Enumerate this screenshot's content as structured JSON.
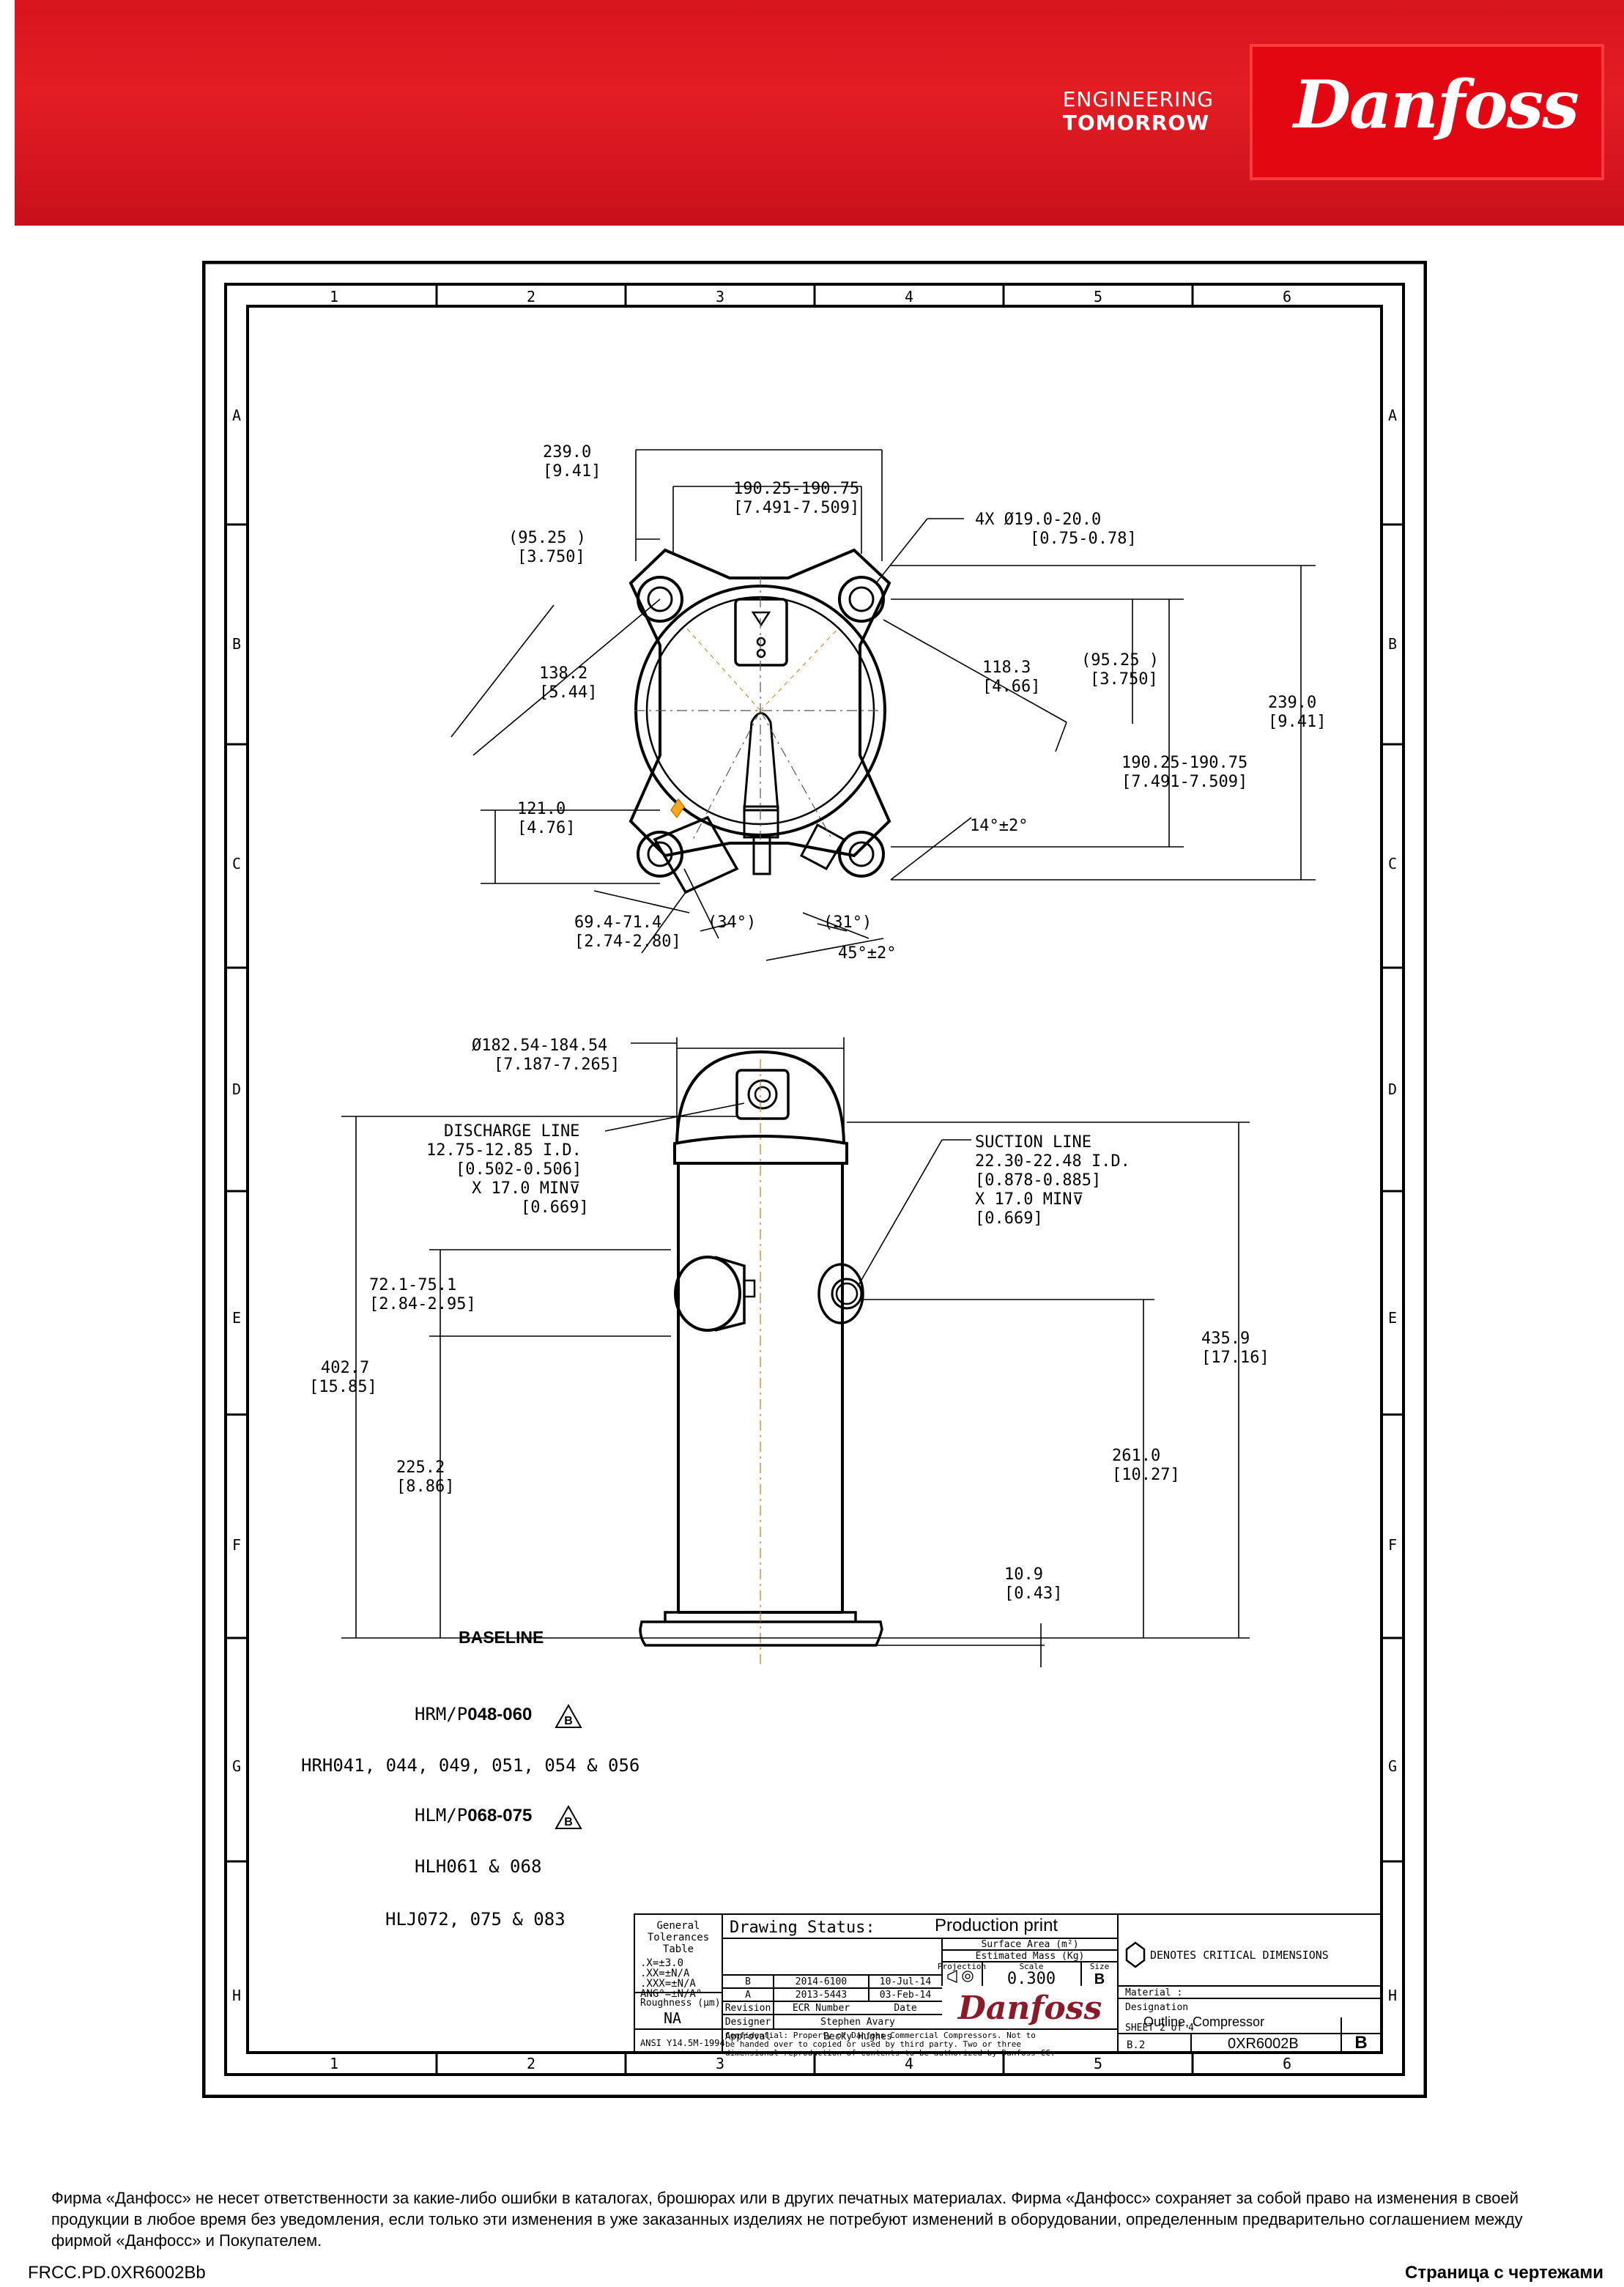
{
  "brand": {
    "tagline_line1": "ENGINEERING",
    "tagline_line2": "TOMORROW",
    "logo_text": "Danfoss",
    "colors": {
      "header_red": "#e41d24",
      "logo_red": "#e30613",
      "stamp_red": "#8b1a2b"
    }
  },
  "frame": {
    "columns": [
      "1",
      "2",
      "3",
      "4",
      "5",
      "6"
    ],
    "rows": [
      "A",
      "B",
      "C",
      "D",
      "E",
      "F",
      "G",
      "H"
    ]
  },
  "top_view": {
    "dims": {
      "d239a": "239.0",
      "d239a_in": "[9.41]",
      "d190a": "190.25-190.75",
      "d190a_in": "[7.491-7.509]",
      "d95a": "(95.25   )",
      "d95a_in": "[3.750]",
      "holes": "4X Ø19.0-20.0",
      "holes_in": "[0.75-0.78]",
      "d118": "118.3",
      "d118_in": "[4.66]",
      "d95b": "(95.25   )",
      "d95b_in": "[3.750]",
      "d239b": "239.0",
      "d239b_in": "[9.41]",
      "d190b": "190.25-190.75",
      "d190b_in": "[7.491-7.509]",
      "d138": "138.2",
      "d138_in": "[5.44]",
      "d121": "121.0",
      "d121_in": "[4.76]",
      "ang14": "14°±2°",
      "d69": "69.4-71.4",
      "d69_in": "[2.74-2.80]",
      "ang34": "(34°)",
      "ang31": "(31°)",
      "ang45": "45°±2°"
    }
  },
  "side_view": {
    "dims": {
      "dia": "Ø182.54-184.54",
      "dia_in": "[7.187-7.265]",
      "dis1": "DISCHARGE LINE",
      "dis2": "12.75-12.85 I.D.",
      "dis3": "[0.502-0.506]",
      "dis4": "X 17.0 MIN⊽",
      "dis5": "[0.669]",
      "suc1": "SUCTION LINE",
      "suc2": "22.30-22.48 I.D.",
      "suc3": "[0.878-0.885]",
      "suc4": "X 17.0 MIN⊽",
      "suc5": "[0.669]",
      "d72": "72.1-75.1",
      "d72_in": "[2.84-2.95]",
      "d402": "402.7",
      "d402_in": "[15.85]",
      "d225": "225.2",
      "d225_in": "[8.86]",
      "d435": "435.9",
      "d435_in": "[17.16]",
      "d261": "261.0",
      "d261_in": "[10.27]",
      "d10": "10.9",
      "d10_in": "[0.43]",
      "baseline": "BASELINE"
    }
  },
  "models": {
    "m1_prefix": "HRM/P",
    "m1_bold": "048-060",
    "m1_rev": "B",
    "m2": "HRH041, 044, 049, 051, 054 & 056",
    "m3_prefix": "HLM/P",
    "m3_bold": "068-075",
    "m3_rev": "B",
    "m4": "HLH061 & 068",
    "m5": "HLJ072, 075 & 083"
  },
  "title_block": {
    "gt1": "General",
    "gt2": "Tolerances",
    "gt3": "Table",
    "tol1": ".X=±3.0",
    "tol2": ".XX=±N/A",
    "tol3": ".XXX=±N/A",
    "tol4": "ANG°=±N/A°",
    "rough_label": "Roughness (µm)",
    "rough_val": "NA",
    "ansi": "ANSI Y14.5M-1994",
    "status_label": "Drawing Status:",
    "status_val": "Production print",
    "surface": "Surface Area (m²)",
    "mass": "Estimated Mass (Kg)",
    "proj": "Projection",
    "scale_label": "Scale",
    "size_label": "Size",
    "scale_val": "0.300",
    "size_val": "B",
    "rev_rows": [
      {
        "rev": "B",
        "ecr": "2014-6100",
        "date": "10-Jul-14"
      },
      {
        "rev": "A",
        "ecr": "2013-5443",
        "date": "03-Feb-14"
      }
    ],
    "h_rev": "Revision",
    "h_ecr": "ECR Number",
    "h_date": "Date",
    "designer_label": "Designer",
    "designer": "Stephen Avary",
    "approval_label": "Approval",
    "approval": "Becky Hughes",
    "crit": "DENOTES CRITICAL DIMENSIONS",
    "material": "Material :",
    "designation_label": "Designation",
    "designation": "Outline, Compressor",
    "conf1": "Confidential: Property of Danfoss Commercial Compressors. Not to",
    "conf2": "be handed over to copied or used by third party. Two or three",
    "conf3": "dimensional reproduction of contents to be authorized by Danfoss CC.",
    "sheet": "SHEET 2 of 4",
    "ver": "B.2",
    "dwg_no": "0XR6002B",
    "dwg_rev": "B",
    "stamp": "Danfoss"
  },
  "footer": {
    "disclaimer": "Фирма «Данфосс» не несет ответственности за какие-либо ошибки в каталогах, брошюрах или в других печатных материалах. Фирма «Данфосс» сохраняет за собой право на изменения в своей продукции в любое время без уведомления, если только эти изменения в уже заказанных изделиях не потребуют изменений в оборудовании, определенным предварительно соглашением между фирмой «Данфосс» и Покупателем.",
    "doc_code": "FRCC.PD.0XR6002Bb",
    "page_label": "Страница с чертежами"
  }
}
